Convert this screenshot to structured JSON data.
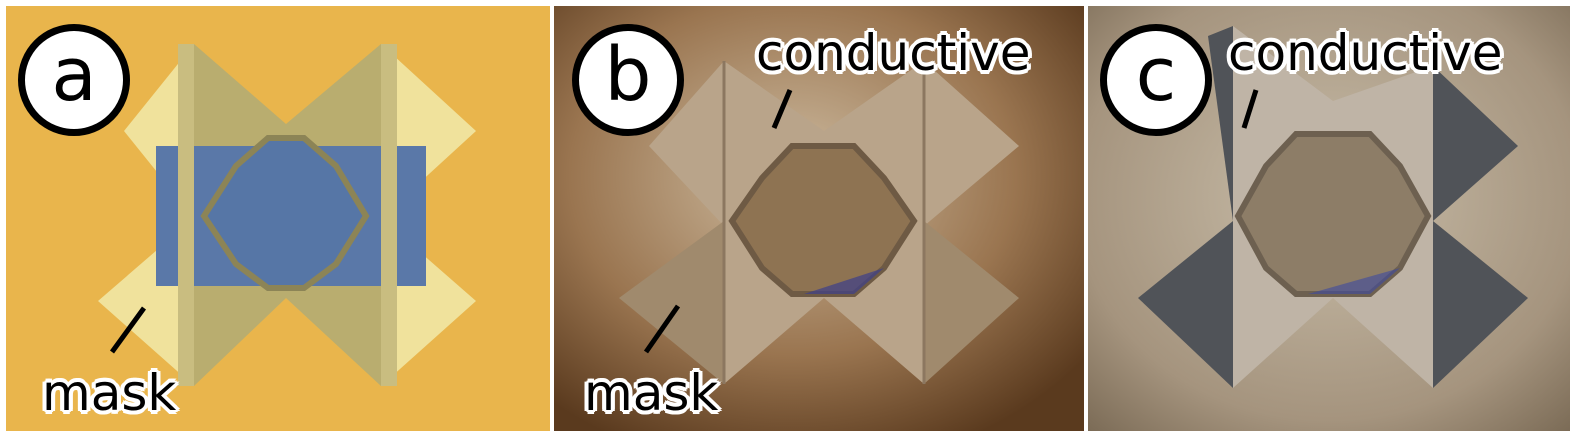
{
  "panels": [
    {
      "id": "a",
      "badge": "a",
      "labels": [
        "mask"
      ],
      "colors": {
        "background": "#e5ad45",
        "mask": "#f0e29c",
        "mask_shade": "#d9c981",
        "panel": "#b9ad6f",
        "window": "#5a78a8"
      }
    },
    {
      "id": "b",
      "badge": "b",
      "labels": [
        "conductive",
        "mask"
      ],
      "colors": {
        "background": "#7d5632",
        "mask": "#b9a48a",
        "mask_shade": "#a08a6d",
        "panel": "#b9a48a",
        "window": "#6e5137"
      }
    },
    {
      "id": "c",
      "badge": "c",
      "labels": [
        "conductive"
      ],
      "colors": {
        "background": "#a5947e",
        "mask": "#505358",
        "mask_shade": "#45484d",
        "panel": "#bfb4a6",
        "window": "#8d7d67"
      }
    }
  ]
}
